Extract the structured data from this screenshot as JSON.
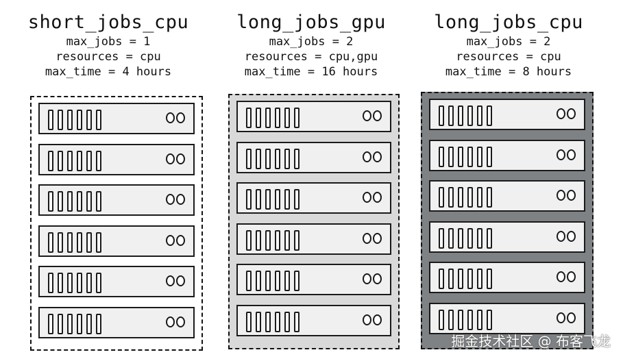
{
  "queues": [
    {
      "title": "short_jobs_cpu",
      "max_jobs": "max_jobs = 1",
      "resources": "resources = cpu",
      "max_time": "max_time = 4 hours",
      "rack_background": "#ffffff",
      "server_count": 6
    },
    {
      "title": "long_jobs_gpu",
      "max_jobs": "max_jobs = 2",
      "resources": "resources = cpu,gpu",
      "max_time": "max_time = 16 hours",
      "rack_background": "#d9d9d9",
      "server_count": 6
    },
    {
      "title": "long_jobs_cpu",
      "max_jobs": "max_jobs = 2",
      "resources": "resources = cpu",
      "max_time": "max_time = 8 hours",
      "rack_background": "#7f8285",
      "server_count": 6
    }
  ],
  "watermark": "掘金技术社区 @ 布客飞龙",
  "icons": {
    "server": "server-icon",
    "drive_slot": "drive-slot-icon",
    "status_led": "status-led-icon"
  }
}
